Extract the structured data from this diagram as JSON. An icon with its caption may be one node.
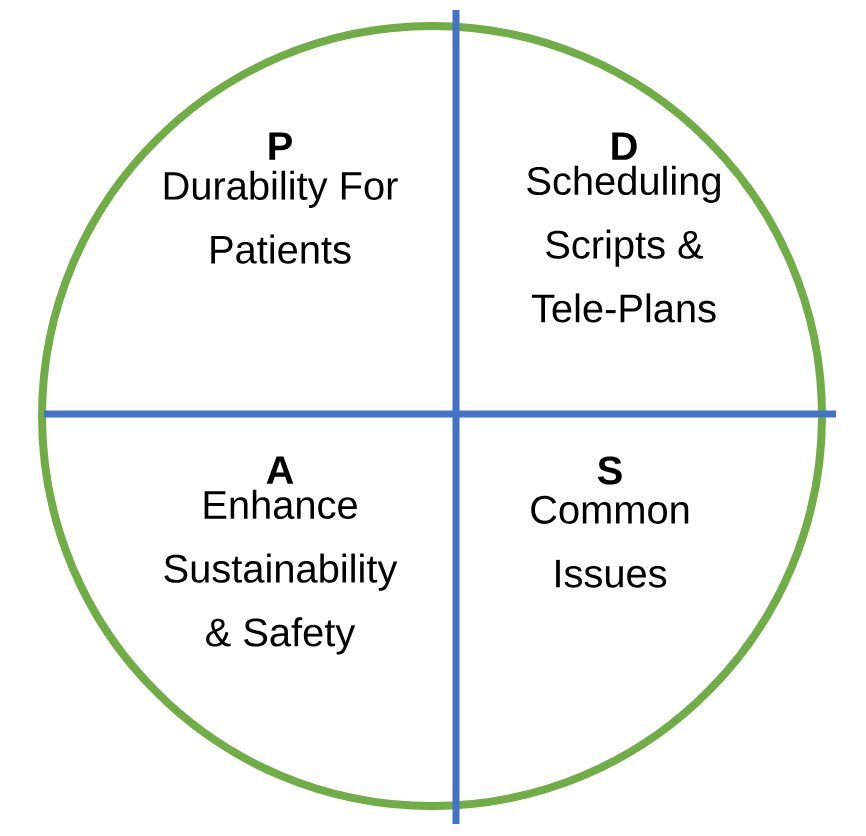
{
  "diagram": {
    "nodes": [
      {
        "text": [],
        "shape": "circle"
      },
      {
        "text": [
          "P",
          "Durability For Patients"
        ],
        "in": 0
      },
      {
        "text": [
          "D",
          "Scheduling Scripts & Tele-Plans"
        ],
        "in": 0
      },
      {
        "text": [
          "A",
          "Enhance Sustainability & Safety"
        ],
        "in": 0
      },
      {
        "text": [
          "S",
          "Common Issues"
        ],
        "in": 0
      }
    ]
  }
}
